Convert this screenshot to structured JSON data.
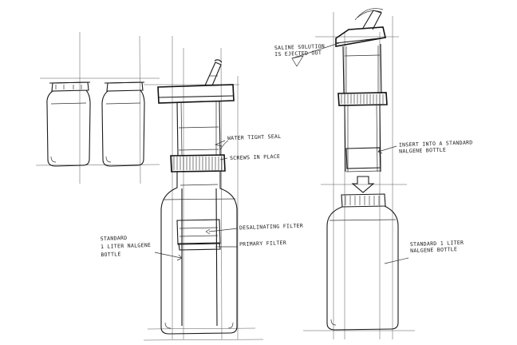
{
  "sketch": {
    "palette": {
      "ink": "#1a1a1a",
      "paper": "#ffffff"
    },
    "annotations": {
      "saline_solution": [
        "SALINE SOLUTION",
        "IS EJECTED OUT"
      ],
      "water_tight_seal": "WATER TIGHT SEAL",
      "screws_in_place": "SCREWS IN PLACE",
      "desalinating_filter": "DESALINATING FILTER",
      "primary_filter": "PRIMARY FILTER",
      "standard_bottle_left": [
        "STANDARD",
        "1 LITER NALGENE",
        "BOTTLE"
      ],
      "insert_into": [
        "INSERT INTO A STANDARD",
        "NALGENE BOTTLE"
      ],
      "standard_bottle_right": [
        "STANDARD 1 LITER",
        "NALGENE BOTTLE"
      ]
    }
  }
}
